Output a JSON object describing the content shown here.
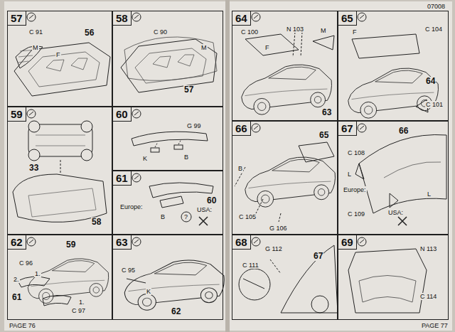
{
  "diagram": {
    "nodes": [
      {
        "text": [
          "57"
        ]
      },
      {
        "text": [
          "58"
        ]
      },
      {
        "text": [
          "59"
        ]
      },
      {
        "text": [
          "60"
        ]
      },
      {
        "text": [
          "61"
        ]
      },
      {
        "text": [
          "62"
        ]
      },
      {
        "text": [
          "63"
        ]
      },
      {
        "text": [
          "64"
        ]
      },
      {
        "text": [
          "65"
        ]
      },
      {
        "text": [
          "66"
        ]
      },
      {
        "text": [
          "67"
        ]
      },
      {
        "text": [
          "68"
        ]
      },
      {
        "text": [
          "69"
        ]
      }
    ],
    "labels": [
      "C 91",
      "M",
      "F",
      "56",
      "C 90",
      "M",
      "57",
      "33",
      "58",
      "G 99",
      "K",
      "B",
      "60",
      "Europe:",
      "?",
      "USA:",
      "B",
      "59",
      "1.",
      "2.",
      "61",
      "1.",
      "C 96",
      "C 97",
      "C 95",
      "K",
      "62",
      "C 100",
      "F",
      "N 103",
      "M",
      "63",
      "C 104",
      "F",
      "64",
      "C 101",
      "B",
      "65",
      "C 105",
      "G 106",
      "C 108",
      "L",
      "66",
      "Europe:",
      "C 109",
      "USA:",
      "L",
      "G 112",
      "C 111",
      "67",
      "N 113",
      "C 114",
      "PAGE 76",
      "PAGE 77",
      "07008"
    ]
  }
}
